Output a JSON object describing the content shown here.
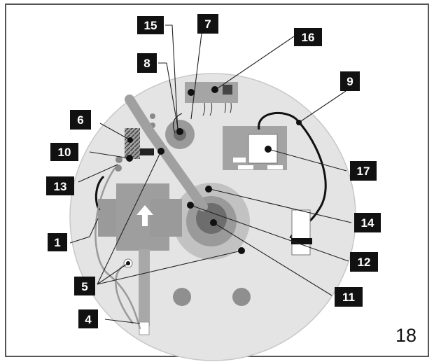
{
  "figure_number": "18",
  "callouts": {
    "c1": "1",
    "c4": "4",
    "c5": "5",
    "c6": "6",
    "c7": "7",
    "c8": "8",
    "c9": "9",
    "c10": "10",
    "c11": "11",
    "c12": "12",
    "c13": "13",
    "c14": "14",
    "c15": "15",
    "c16": "16",
    "c17": "17"
  },
  "colors": {
    "frame": "#555555",
    "disc_fill": "#e4e4e4",
    "component_gray": "#9a9a9a",
    "dark_gray": "#6d6d6d",
    "label_bg": "#111111",
    "label_text": "#ffffff"
  }
}
